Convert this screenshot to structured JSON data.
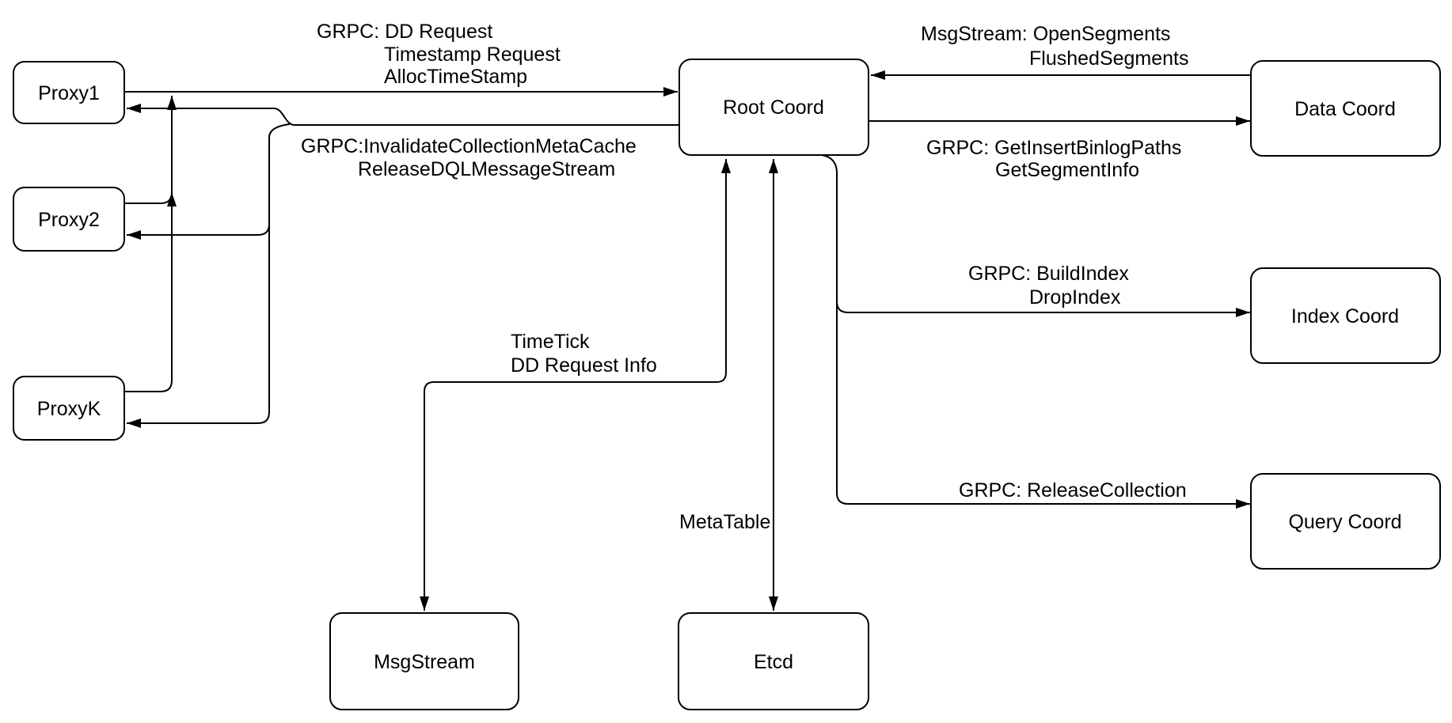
{
  "colors": {
    "background": "#ffffff",
    "stroke": "#000000",
    "text": "#000000"
  },
  "nodes": {
    "proxy1": "Proxy1",
    "proxy2": "Proxy2",
    "proxyk": "ProxyK",
    "root_coord": "Root Coord",
    "data_coord": "Data Coord",
    "index_coord": "Index Coord",
    "query_coord": "Query Coord",
    "msgstream": "MsgStream",
    "etcd": "Etcd"
  },
  "edge_labels": {
    "proxy_to_root": {
      "line1": "GRPC: DD Request",
      "line2": "Timestamp Request",
      "line3": "AllocTimeStamp"
    },
    "root_to_proxies": {
      "line1": "GRPC:InvalidateCollectionMetaCache",
      "line2": "ReleaseDQLMessageStream"
    },
    "data_to_root": {
      "line1": "MsgStream: OpenSegments",
      "line2": "FlushedSegments"
    },
    "root_to_data": {
      "line1": "GRPC: GetInsertBinlogPaths",
      "line2": "GetSegmentInfo"
    },
    "root_to_index": {
      "line1": "GRPC: BuildIndex",
      "line2": "DropIndex"
    },
    "root_to_query": {
      "line1": "GRPC: ReleaseCollection"
    },
    "root_to_msgstream": {
      "line1": "TimeTick",
      "line2": "DD Request Info"
    },
    "root_to_etcd": {
      "line1": "MetaTable"
    }
  }
}
